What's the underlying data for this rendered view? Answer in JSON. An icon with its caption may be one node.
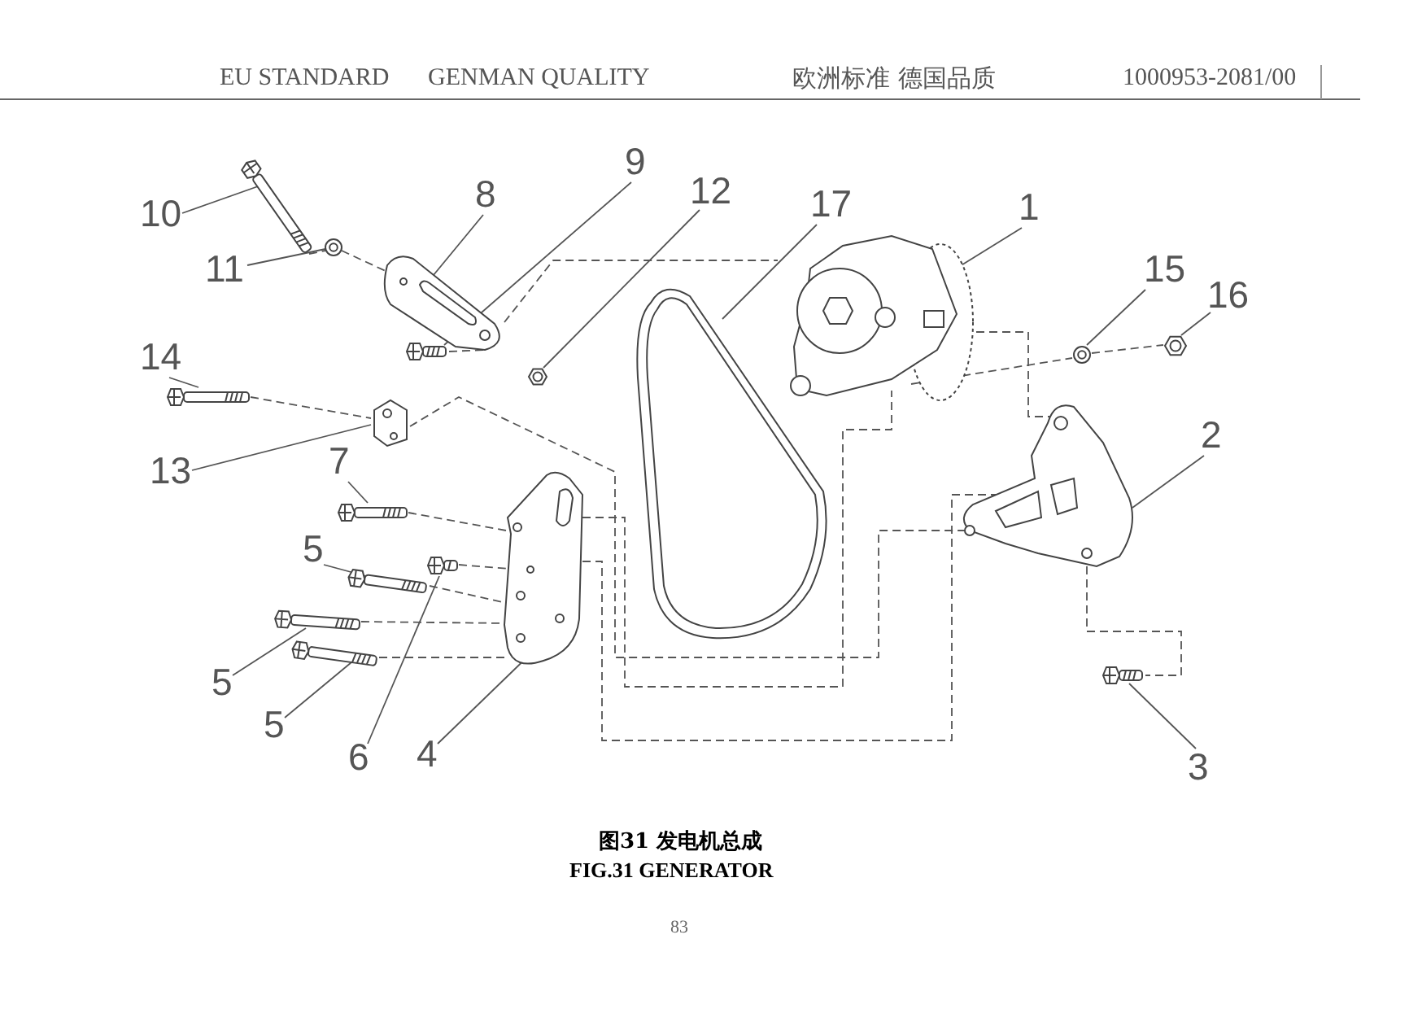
{
  "diagram": {
    "nodes": [
      {
        "text": [
          "10"
        ]
      },
      {
        "text": [
          "11"
        ]
      },
      {
        "text": [
          "8"
        ]
      },
      {
        "text": [
          "9"
        ]
      },
      {
        "text": [
          "12"
        ]
      },
      {
        "text": [
          "17"
        ]
      },
      {
        "text": [
          "1"
        ]
      },
      {
        "text": [
          "15"
        ]
      },
      {
        "text": [
          "16"
        ]
      },
      {
        "text": [
          "2"
        ]
      },
      {
        "text": [
          "14"
        ]
      },
      {
        "text": [
          "13"
        ]
      },
      {
        "text": [
          "7"
        ]
      },
      {
        "text": [
          "5"
        ]
      },
      {
        "text": [
          "5"
        ]
      },
      {
        "text": [
          "5"
        ]
      },
      {
        "text": [
          "6"
        ]
      },
      {
        "text": [
          "4"
        ]
      },
      {
        "text": [
          "3"
        ]
      },
      {
        "text": [],
        "shape": "picture"
      },
      {
        "text": [],
        "shape": "picture"
      },
      {
        "text": [],
        "shape": "picture"
      },
      {
        "text": [],
        "shape": "picture"
      },
      {
        "text": [],
        "shape": "picture"
      },
      {
        "text": [],
        "shape": "picture"
      },
      {
        "text": [],
        "shape": "picture"
      },
      {
        "text": [],
        "shape": "picture"
      },
      {
        "text": [],
        "shape": "picture"
      },
      {
        "text": [],
        "shape": "picture"
      },
      {
        "text": [],
        "shape": "picture"
      },
      {
        "text": [],
        "shape": "picture"
      },
      {
        "text": [],
        "shape": "picture"
      },
      {
        "text": [],
        "shape": "picture"
      },
      {
        "text": [],
        "shape": "picture"
      },
      {
        "text": [],
        "shape": "picture"
      },
      {
        "text": [],
        "shape": "picture"
      },
      {
        "text": [],
        "shape": "picture"
      },
      {
        "text": [],
        "shape": "picture"
      }
    ],
    "edges": [
      {
        "from": 0,
        "to": 19,
        "arrow": "none"
      },
      {
        "from": 1,
        "to": 20,
        "arrow": "none"
      },
      {
        "from": 2,
        "to": 21,
        "arrow": "none"
      },
      {
        "from": 3,
        "to": 22,
        "arrow": "none"
      },
      {
        "from": 4,
        "to": 23,
        "arrow": "none"
      },
      {
        "from": 5,
        "to": 24,
        "arrow": "none"
      },
      {
        "from": 6,
        "to": 25,
        "arrow": "none"
      },
      {
        "from": 7,
        "to": 26,
        "arrow": "none"
      },
      {
        "from": 8,
        "to": 27,
        "arrow": "none"
      },
      {
        "from": 9,
        "to": 28,
        "arrow": "none"
      },
      {
        "from": 10,
        "to": 29,
        "arrow": "none"
      },
      {
        "from": 11,
        "to": 30,
        "arrow": "none"
      },
      {
        "from": 12,
        "to": 31,
        "arrow": "none"
      },
      {
        "from": 13,
        "to": 32,
        "arrow": "none"
      },
      {
        "from": 14,
        "to": 33,
        "arrow": "none"
      },
      {
        "from": 15,
        "to": 34,
        "arrow": "none"
      },
      {
        "from": 16,
        "to": 35,
        "arrow": "none"
      },
      {
        "from": 17,
        "to": 36,
        "arrow": "none"
      },
      {
        "from": 18,
        "to": 37,
        "arrow": "none"
      },
      {
        "from": 19,
        "to": 20,
        "arrow": "none",
        "style": "dashed"
      },
      {
        "from": 20,
        "to": 21,
        "arrow": "none",
        "style": "dashed"
      },
      {
        "from": 22,
        "to": 21,
        "arrow": "none",
        "style": "dashed"
      },
      {
        "from": 29,
        "to": 30,
        "arrow": "none",
        "style": "dashed"
      },
      {
        "from": 21,
        "to": 25,
        "arrow": "none",
        "style": "dashed"
      },
      {
        "from": 30,
        "to": 28,
        "arrow": "none",
        "style": "dashed"
      },
      {
        "from": 25,
        "to": 28,
        "arrow": "none",
        "style": "dashed"
      },
      {
        "from": 25,
        "to": 26,
        "arrow": "none",
        "style": "dashed"
      },
      {
        "from": 26,
        "to": 27,
        "arrow": "none",
        "style": "dashed"
      },
      {
        "from": 31,
        "to": 36,
        "arrow": "none",
        "style": "dashed"
      },
      {
        "from": 32,
        "to": 36,
        "arrow": "none",
        "style": "dashed"
      },
      {
        "from": 35,
        "to": 36,
        "arrow": "none",
        "style": "dashed"
      },
      {
        "from": 33,
        "to": 36,
        "arrow": "none",
        "style": "dashed"
      },
      {
        "from": 34,
        "to": 36,
        "arrow": "none",
        "style": "dashed"
      },
      {
        "from": 36,
        "to": 25,
        "arrow": "none",
        "style": "dashed"
      },
      {
        "from": 36,
        "to": 28,
        "arrow": "none",
        "style": "dashed"
      },
      {
        "from": 28,
        "to": 37,
        "arrow": "none",
        "style": "dashed"
      }
    ],
    "labels": [
      "EU STANDARD",
      "GENMAN QUALITY",
      "欧洲标准 德国品质",
      "1000953-2081/00",
      "图31 发电机总成",
      "FIG.31 GENERATOR",
      "83"
    ]
  }
}
